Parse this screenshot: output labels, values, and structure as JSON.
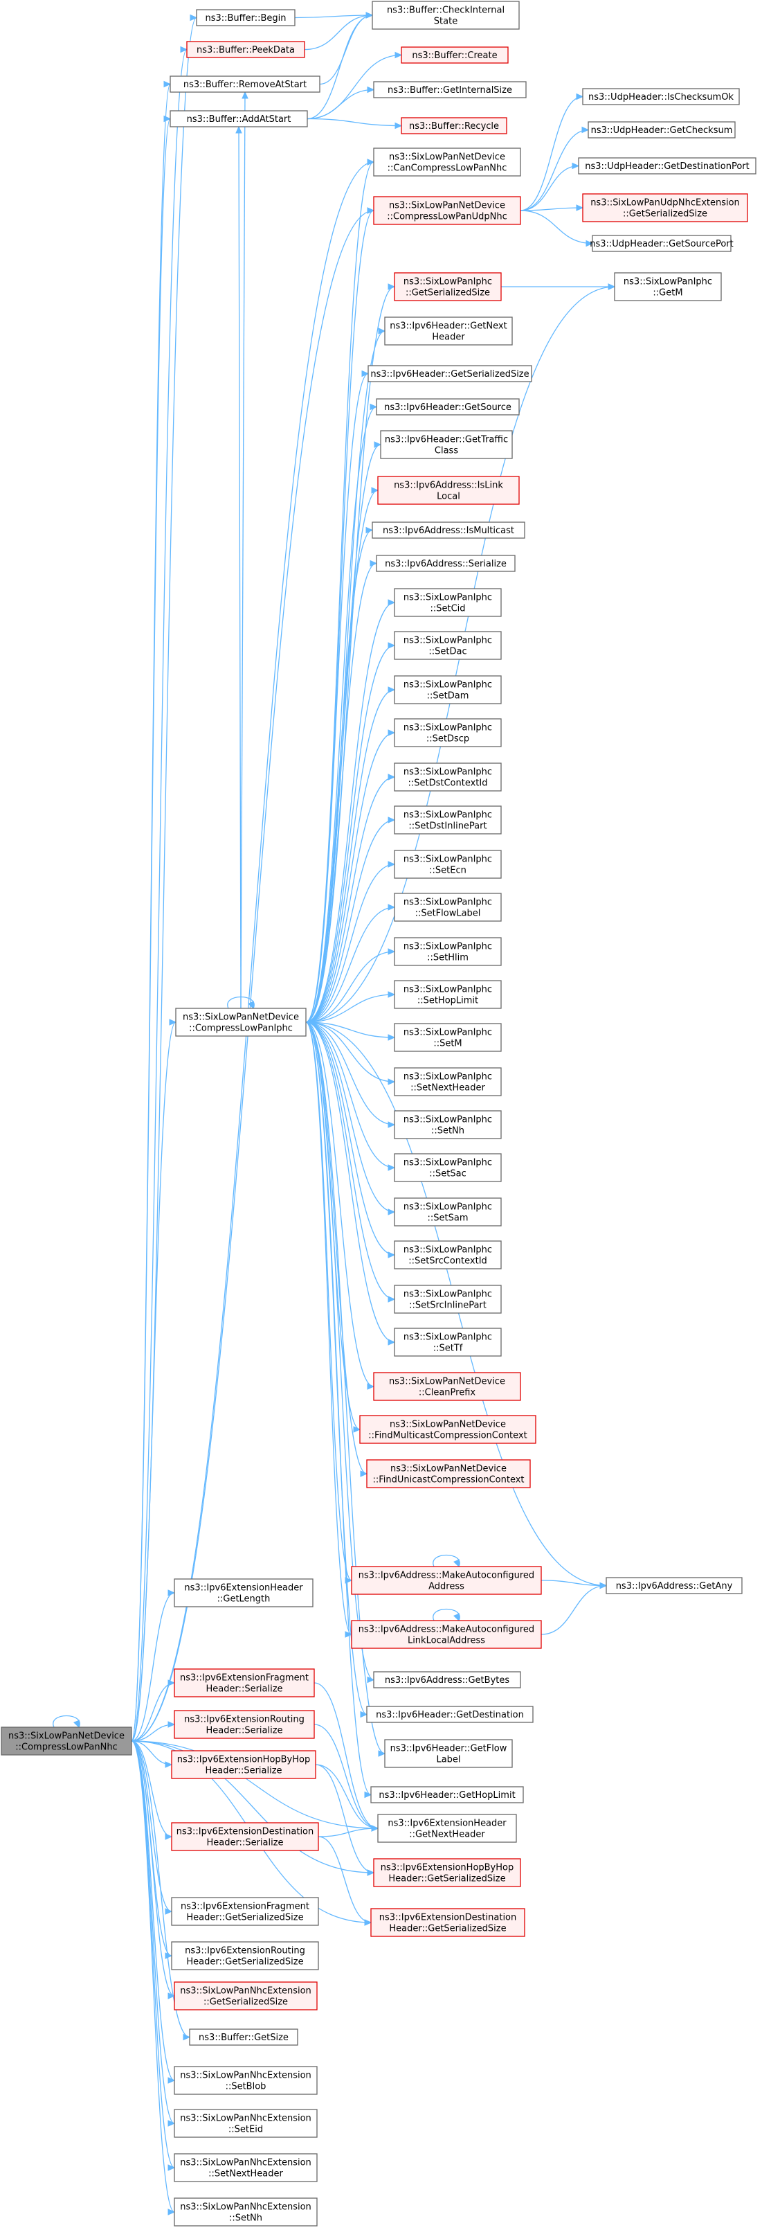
{
  "graph": {
    "colors": {
      "edge": "#63b8ff",
      "node_border": "#666666",
      "node_fill": "#ffffff",
      "truncated_border": "#e00000",
      "truncated_fill": "#fff0f0",
      "root_fill": "#999999"
    },
    "root": {
      "id": "root",
      "lines": [
        "ns3::SixLowPanNetDevice",
        "::CompressLowPanNhc"
      ]
    },
    "nodes": [
      {
        "id": "bbegin",
        "lines": [
          "ns3::Buffer::Begin"
        ],
        "kind": "plain"
      },
      {
        "id": "bpeek",
        "lines": [
          "ns3::Buffer::PeekData"
        ],
        "kind": "red"
      },
      {
        "id": "bremove",
        "lines": [
          "ns3::Buffer::RemoveAtStart"
        ],
        "kind": "plain"
      },
      {
        "id": "baddat",
        "lines": [
          "ns3::Buffer::AddAtStart"
        ],
        "kind": "plain"
      },
      {
        "id": "bcheck",
        "lines": [
          "ns3::Buffer::CheckInternal",
          "State"
        ],
        "kind": "plain"
      },
      {
        "id": "bcreate",
        "lines": [
          "ns3::Buffer::Create"
        ],
        "kind": "red"
      },
      {
        "id": "bgetint",
        "lines": [
          "ns3::Buffer::GetInternalSize"
        ],
        "kind": "plain"
      },
      {
        "id": "brecycle",
        "lines": [
          "ns3::Buffer::Recycle"
        ],
        "kind": "red"
      },
      {
        "id": "cancomp",
        "lines": [
          "ns3::SixLowPanNetDevice",
          "::CanCompressLowPanNhc"
        ],
        "kind": "plain"
      },
      {
        "id": "compudp",
        "lines": [
          "ns3::SixLowPanNetDevice",
          "::CompressLowPanUdpNhc"
        ],
        "kind": "red"
      },
      {
        "id": "udpchk",
        "lines": [
          "ns3::UdpHeader::IsChecksumOk"
        ],
        "kind": "plain"
      },
      {
        "id": "udpgetchk",
        "lines": [
          "ns3::UdpHeader::GetChecksum"
        ],
        "kind": "plain"
      },
      {
        "id": "udpdst",
        "lines": [
          "ns3::UdpHeader::GetDestinationPort"
        ],
        "kind": "plain"
      },
      {
        "id": "udpext",
        "lines": [
          "ns3::SixLowPanUdpNhcExtension",
          "::GetSerializedSize"
        ],
        "kind": "red"
      },
      {
        "id": "udpsrc",
        "lines": [
          "ns3::UdpHeader::GetSourcePort"
        ],
        "kind": "plain"
      },
      {
        "id": "iphcser",
        "lines": [
          "ns3::SixLowPanIphc",
          "::GetSerializedSize"
        ],
        "kind": "red"
      },
      {
        "id": "iphcgetm",
        "lines": [
          "ns3::SixLowPanIphc",
          "::GetM"
        ],
        "kind": "plain"
      },
      {
        "id": "ip6next",
        "lines": [
          "ns3::Ipv6Header::GetNext",
          "Header"
        ],
        "kind": "plain"
      },
      {
        "id": "ip6ser",
        "lines": [
          "ns3::Ipv6Header::GetSerializedSize"
        ],
        "kind": "plain"
      },
      {
        "id": "ip6src",
        "lines": [
          "ns3::Ipv6Header::GetSource"
        ],
        "kind": "plain"
      },
      {
        "id": "ip6tc",
        "lines": [
          "ns3::Ipv6Header::GetTraffic",
          "Class"
        ],
        "kind": "plain"
      },
      {
        "id": "islink",
        "lines": [
          "ns3::Ipv6Address::IsLink",
          "Local"
        ],
        "kind": "red"
      },
      {
        "id": "ismc",
        "lines": [
          "ns3::Ipv6Address::IsMulticast"
        ],
        "kind": "plain"
      },
      {
        "id": "addrser",
        "lines": [
          "ns3::Ipv6Address::Serialize"
        ],
        "kind": "plain"
      },
      {
        "id": "setcid",
        "lines": [
          "ns3::SixLowPanIphc",
          "::SetCid"
        ],
        "kind": "plain"
      },
      {
        "id": "setdac",
        "lines": [
          "ns3::SixLowPanIphc",
          "::SetDac"
        ],
        "kind": "plain"
      },
      {
        "id": "setdam",
        "lines": [
          "ns3::SixLowPanIphc",
          "::SetDam"
        ],
        "kind": "plain"
      },
      {
        "id": "setdscp",
        "lines": [
          "ns3::SixLowPanIphc",
          "::SetDscp"
        ],
        "kind": "plain"
      },
      {
        "id": "setdstctx",
        "lines": [
          "ns3::SixLowPanIphc",
          "::SetDstContextId"
        ],
        "kind": "plain"
      },
      {
        "id": "setdstinl",
        "lines": [
          "ns3::SixLowPanIphc",
          "::SetDstInlinePart"
        ],
        "kind": "plain"
      },
      {
        "id": "setecn",
        "lines": [
          "ns3::SixLowPanIphc",
          "::SetEcn"
        ],
        "kind": "plain"
      },
      {
        "id": "setfl",
        "lines": [
          "ns3::SixLowPanIphc",
          "::SetFlowLabel"
        ],
        "kind": "plain"
      },
      {
        "id": "sethlim",
        "lines": [
          "ns3::SixLowPanIphc",
          "::SetHlim"
        ],
        "kind": "plain"
      },
      {
        "id": "sethop",
        "lines": [
          "ns3::SixLowPanIphc",
          "::SetHopLimit"
        ],
        "kind": "plain"
      },
      {
        "id": "setm",
        "lines": [
          "ns3::SixLowPanIphc",
          "::SetM"
        ],
        "kind": "plain"
      },
      {
        "id": "setnh",
        "lines": [
          "ns3::SixLowPanIphc",
          "::SetNextHeader"
        ],
        "kind": "plain"
      },
      {
        "id": "setnh2",
        "lines": [
          "ns3::SixLowPanIphc",
          "::SetNh"
        ],
        "kind": "plain"
      },
      {
        "id": "setsac",
        "lines": [
          "ns3::SixLowPanIphc",
          "::SetSac"
        ],
        "kind": "plain"
      },
      {
        "id": "setsam",
        "lines": [
          "ns3::SixLowPanIphc",
          "::SetSam"
        ],
        "kind": "plain"
      },
      {
        "id": "setsrcctx",
        "lines": [
          "ns3::SixLowPanIphc",
          "::SetSrcContextId"
        ],
        "kind": "plain"
      },
      {
        "id": "setsrcinl",
        "lines": [
          "ns3::SixLowPanIphc",
          "::SetSrcInlinePart"
        ],
        "kind": "plain"
      },
      {
        "id": "settf",
        "lines": [
          "ns3::SixLowPanIphc",
          "::SetTf"
        ],
        "kind": "plain"
      },
      {
        "id": "clean",
        "lines": [
          "ns3::SixLowPanNetDevice",
          "::CleanPrefix"
        ],
        "kind": "red"
      },
      {
        "id": "findmc",
        "lines": [
          "ns3::SixLowPanNetDevice",
          "::FindMulticastCompressionContext"
        ],
        "kind": "red"
      },
      {
        "id": "finduc",
        "lines": [
          "ns3::SixLowPanNetDevice",
          "::FindUnicastCompressionContext"
        ],
        "kind": "red"
      },
      {
        "id": "compiphc",
        "lines": [
          "ns3::SixLowPanNetDevice",
          "::CompressLowPanIphc"
        ],
        "kind": "plain"
      },
      {
        "id": "makeauto",
        "lines": [
          "ns3::Ipv6Address::MakeAutoconfigured",
          "Address"
        ],
        "kind": "red"
      },
      {
        "id": "makell",
        "lines": [
          "ns3::Ipv6Address::MakeAutoconfigured",
          "LinkLocalAddress"
        ],
        "kind": "red"
      },
      {
        "id": "getany",
        "lines": [
          "ns3::Ipv6Address::GetAny"
        ],
        "kind": "plain"
      },
      {
        "id": "getbytes",
        "lines": [
          "ns3::Ipv6Address::GetBytes"
        ],
        "kind": "plain"
      },
      {
        "id": "ip6dst",
        "lines": [
          "ns3::Ipv6Header::GetDestination"
        ],
        "kind": "plain"
      },
      {
        "id": "ip6fl",
        "lines": [
          "ns3::Ipv6Header::GetFlow",
          "Label"
        ],
        "kind": "plain"
      },
      {
        "id": "ip6hop",
        "lines": [
          "ns3::Ipv6Header::GetHopLimit"
        ],
        "kind": "plain"
      },
      {
        "id": "exthdrlen",
        "lines": [
          "ns3::Ipv6ExtensionHeader",
          "::GetLength"
        ],
        "kind": "plain"
      },
      {
        "id": "fragser",
        "lines": [
          "ns3::Ipv6ExtensionFragment",
          "Header::Serialize"
        ],
        "kind": "red"
      },
      {
        "id": "routser",
        "lines": [
          "ns3::Ipv6ExtensionRouting",
          "Header::Serialize"
        ],
        "kind": "red"
      },
      {
        "id": "hbhser",
        "lines": [
          "ns3::Ipv6ExtensionHopByHop",
          "Header::Serialize"
        ],
        "kind": "red"
      },
      {
        "id": "dstser",
        "lines": [
          "ns3::Ipv6ExtensionDestination",
          "Header::Serialize"
        ],
        "kind": "red"
      },
      {
        "id": "exthdrnext",
        "lines": [
          "ns3::Ipv6ExtensionHeader",
          "::GetNextHeader"
        ],
        "kind": "plain"
      },
      {
        "id": "hbhsize",
        "lines": [
          "ns3::Ipv6ExtensionHopByHop",
          "Header::GetSerializedSize"
        ],
        "kind": "red"
      },
      {
        "id": "dstsize",
        "lines": [
          "ns3::Ipv6ExtensionDestination",
          "Header::GetSerializedSize"
        ],
        "kind": "red"
      },
      {
        "id": "fragsize",
        "lines": [
          "ns3::Ipv6ExtensionFragment",
          "Header::GetSerializedSize"
        ],
        "kind": "plain"
      },
      {
        "id": "routsize",
        "lines": [
          "ns3::Ipv6ExtensionRouting",
          "Header::GetSerializedSize"
        ],
        "kind": "plain"
      },
      {
        "id": "nhcsize",
        "lines": [
          "ns3::SixLowPanNhcExtension",
          "::GetSerializedSize"
        ],
        "kind": "red"
      },
      {
        "id": "bgetsize",
        "lines": [
          "ns3::Buffer::GetSize"
        ],
        "kind": "plain"
      },
      {
        "id": "nhcblob",
        "lines": [
          "ns3::SixLowPanNhcExtension",
          "::SetBlob"
        ],
        "kind": "plain"
      },
      {
        "id": "nhceid",
        "lines": [
          "ns3::SixLowPanNhcExtension",
          "::SetEid"
        ],
        "kind": "plain"
      },
      {
        "id": "nhcnext",
        "lines": [
          "ns3::SixLowPanNhcExtension",
          "::SetNextHeader"
        ],
        "kind": "plain"
      },
      {
        "id": "nhcnh",
        "lines": [
          "ns3::SixLowPanNhcExtension",
          "::SetNh"
        ],
        "kind": "plain"
      }
    ],
    "edges": [
      [
        "root",
        "root"
      ],
      [
        "root",
        "bbegin"
      ],
      [
        "root",
        "bpeek"
      ],
      [
        "root",
        "bremove"
      ],
      [
        "root",
        "baddat"
      ],
      [
        "root",
        "cancomp"
      ],
      [
        "root",
        "compudp"
      ],
      [
        "root",
        "compiphc"
      ],
      [
        "root",
        "exthdrlen"
      ],
      [
        "root",
        "fragser"
      ],
      [
        "root",
        "routser"
      ],
      [
        "root",
        "hbhser"
      ],
      [
        "root",
        "dstser"
      ],
      [
        "root",
        "exthdrnext"
      ],
      [
        "root",
        "fragsize"
      ],
      [
        "root",
        "routsize"
      ],
      [
        "root",
        "nhcsize"
      ],
      [
        "root",
        "bgetsize"
      ],
      [
        "root",
        "nhcblob"
      ],
      [
        "root",
        "nhceid"
      ],
      [
        "root",
        "nhcnext"
      ],
      [
        "root",
        "nhcnh"
      ],
      [
        "root",
        "hbhsize"
      ],
      [
        "root",
        "dstsize"
      ],
      [
        "bbegin",
        "bcheck"
      ],
      [
        "bpeek",
        "bcheck"
      ],
      [
        "bremove",
        "bcheck"
      ],
      [
        "baddat",
        "bcheck"
      ],
      [
        "baddat",
        "bcreate"
      ],
      [
        "baddat",
        "bgetint"
      ],
      [
        "baddat",
        "brecycle"
      ],
      [
        "compudp",
        "udpchk"
      ],
      [
        "compudp",
        "udpgetchk"
      ],
      [
        "compudp",
        "udpdst"
      ],
      [
        "compudp",
        "udpext"
      ],
      [
        "compudp",
        "udpsrc"
      ],
      [
        "iphcser",
        "iphcgetm"
      ],
      [
        "compiphc",
        "bremove"
      ],
      [
        "compiphc",
        "baddat"
      ],
      [
        "compiphc",
        "cancomp"
      ],
      [
        "compiphc",
        "compudp"
      ],
      [
        "compiphc",
        "iphcser"
      ],
      [
        "compiphc",
        "iphcgetm"
      ],
      [
        "compiphc",
        "ip6next"
      ],
      [
        "compiphc",
        "ip6ser"
      ],
      [
        "compiphc",
        "ip6src"
      ],
      [
        "compiphc",
        "ip6tc"
      ],
      [
        "compiphc",
        "islink"
      ],
      [
        "compiphc",
        "ismc"
      ],
      [
        "compiphc",
        "addrser"
      ],
      [
        "compiphc",
        "setcid"
      ],
      [
        "compiphc",
        "setdac"
      ],
      [
        "compiphc",
        "setdam"
      ],
      [
        "compiphc",
        "setdscp"
      ],
      [
        "compiphc",
        "setdstctx"
      ],
      [
        "compiphc",
        "setdstinl"
      ],
      [
        "compiphc",
        "setecn"
      ],
      [
        "compiphc",
        "setfl"
      ],
      [
        "compiphc",
        "sethlim"
      ],
      [
        "compiphc",
        "sethop"
      ],
      [
        "compiphc",
        "setm"
      ],
      [
        "compiphc",
        "setnh"
      ],
      [
        "compiphc",
        "setnh2"
      ],
      [
        "compiphc",
        "setsac"
      ],
      [
        "compiphc",
        "setsam"
      ],
      [
        "compiphc",
        "setsrcctx"
      ],
      [
        "compiphc",
        "setsrcinl"
      ],
      [
        "compiphc",
        "settf"
      ],
      [
        "compiphc",
        "clean"
      ],
      [
        "compiphc",
        "findmc"
      ],
      [
        "compiphc",
        "finduc"
      ],
      [
        "compiphc",
        "getany"
      ],
      [
        "compiphc",
        "makeauto"
      ],
      [
        "compiphc",
        "makell"
      ],
      [
        "compiphc",
        "getbytes"
      ],
      [
        "compiphc",
        "ip6dst"
      ],
      [
        "compiphc",
        "ip6fl"
      ],
      [
        "compiphc",
        "ip6hop"
      ],
      [
        "compiphc",
        "compiphc"
      ],
      [
        "makeauto",
        "makeauto"
      ],
      [
        "makeauto",
        "getany"
      ],
      [
        "makell",
        "makell"
      ],
      [
        "makell",
        "getany"
      ],
      [
        "fragser",
        "exthdrnext"
      ],
      [
        "routser",
        "exthdrnext"
      ],
      [
        "hbhser",
        "exthdrnext"
      ],
      [
        "hbhser",
        "hbhsize"
      ],
      [
        "dstser",
        "exthdrnext"
      ],
      [
        "dstser",
        "dstsize"
      ]
    ]
  }
}
